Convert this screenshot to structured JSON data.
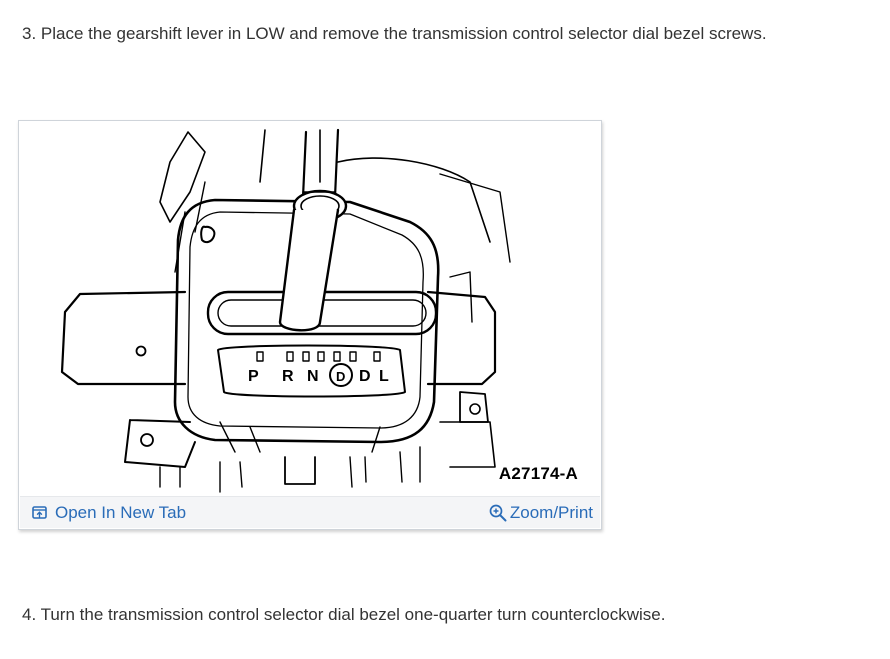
{
  "steps": {
    "step3": "3. Place the gearshift lever in LOW and remove the transmission control selector dial bezel screws.",
    "step4": "4. Turn the transmission control selector dial bezel one-quarter turn counterclockwise."
  },
  "figure": {
    "label": "A27174-A",
    "gear_letters": [
      "P",
      "R",
      "N",
      "D",
      "D",
      "L"
    ],
    "open_tab_label": "Open In New Tab",
    "zoom_print_label": "Zoom/Print",
    "link_color": "#2a6cb8",
    "icons": {
      "open_tab": "open-in-new-tab-icon",
      "zoom": "zoom-in-magnifier-icon"
    }
  }
}
